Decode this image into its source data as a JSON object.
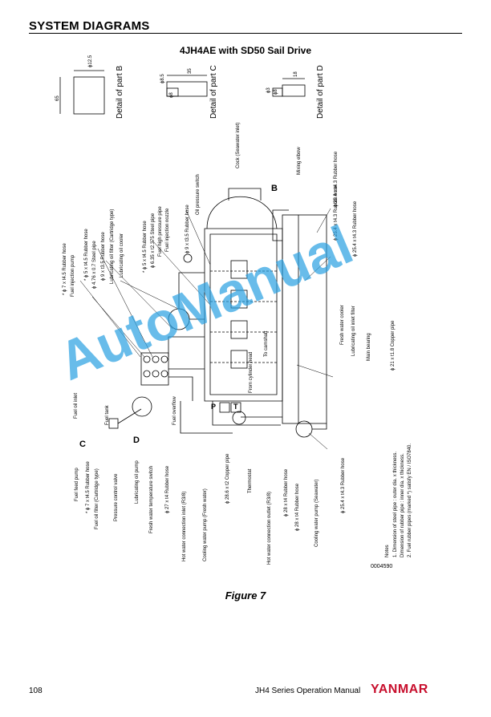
{
  "header": {
    "section_title": "SYSTEM DIAGRAMS"
  },
  "diagram": {
    "title": "4JH4AE with SD50 Sail Drive",
    "labels_left": [
      "* ϕ 7 x t4.5 Rubber hose",
      "Fuel injection pump",
      "* ϕ 5 x t4.5 Rubber hose",
      "ϕ 4.76 x 0.7 Steel pipe",
      "ϕ 9 x t3.5 Rubber hose",
      "Lubricating oil filter (Cartridge type)",
      "Lubricating oil cooler",
      "* ϕ 5 x t4.5 Rubber hose",
      "ϕ 6.35 x t2.375 Steel pipe",
      "Fuel high pressure pipe",
      "Fuel injection nozzle",
      "ϕ 9 x t3.5 Rubber hose",
      "Oil pressure switch",
      "Cock (Seawater inlet)",
      "Mixing elbow"
    ],
    "labels_bottom": [
      "Fuel feed pump",
      "* ϕ 7 x t4.5 Rubber hose",
      "Fuel oil filter (Cartridge type)",
      "Pressure control valve",
      "Lubricating oil pump",
      "Fresh water temperature switch",
      "ϕ 27 x t4 Rubber hose",
      "Hot water connection inlet (R3/8)",
      "Cooling water pump (Fresh water)",
      "ϕ 28.6 x t2 Copper pipe",
      "Thermostat",
      "Hot water connection outlet (R3/8)",
      "ϕ 28 x t4 Rubber hose",
      "ϕ 28 x t4 Rubber hose",
      "Cooling water pump (Seawater)",
      "ϕ 25.4 x t4.3 Rubber hose"
    ],
    "labels_right": [
      "ϕ 25.4 x t4.3 Rubber hose",
      "ϕ 25.4 x t4.3 Rubber hose",
      "ϕ 25.4 x t4.3 Rubber hose",
      "Fresh water cooler",
      "Lubricating oil inlet filter",
      "Main bearing",
      "ϕ 21 x t1.8 Copper pipe"
    ],
    "labels_inner": [
      "Fuel tank",
      "Fuel oil inlet",
      "Fuel overflow",
      "From cylinder head",
      "To camshaft"
    ],
    "details": [
      {
        "title": "Detail of part B",
        "dim_a": "ϕ12.5",
        "dim_b": "65"
      },
      {
        "title": "Detail of part C",
        "dim_a": "ϕ8.5",
        "dim_b": "ϕ8",
        "dim_c": "35"
      },
      {
        "title": "Detail of part D",
        "dim_a": "ϕ3",
        "dim_b": "ϕ8",
        "dim_c": "18"
      }
    ],
    "markers": [
      "B",
      "C",
      "D",
      "P",
      "T"
    ],
    "notes": {
      "heading": "Notes",
      "lines": [
        "1. Dimension of steel pipe : outer dia. x thickness.",
        "   Dimension of rubber pipe : inner dia. x thickness.",
        "2. Fuel rubber pipes (marked *) satisfy EN / ISO7840."
      ]
    },
    "drawing_number": "0004590"
  },
  "figure_caption": "Figure 7",
  "watermark": "AutoManual",
  "footer": {
    "page_number": "108",
    "manual_name": "JH4 Series Operation Manual",
    "brand": "YANMAR"
  },
  "colors": {
    "brand": "#c8102e",
    "watermark": "#28a0e1"
  }
}
